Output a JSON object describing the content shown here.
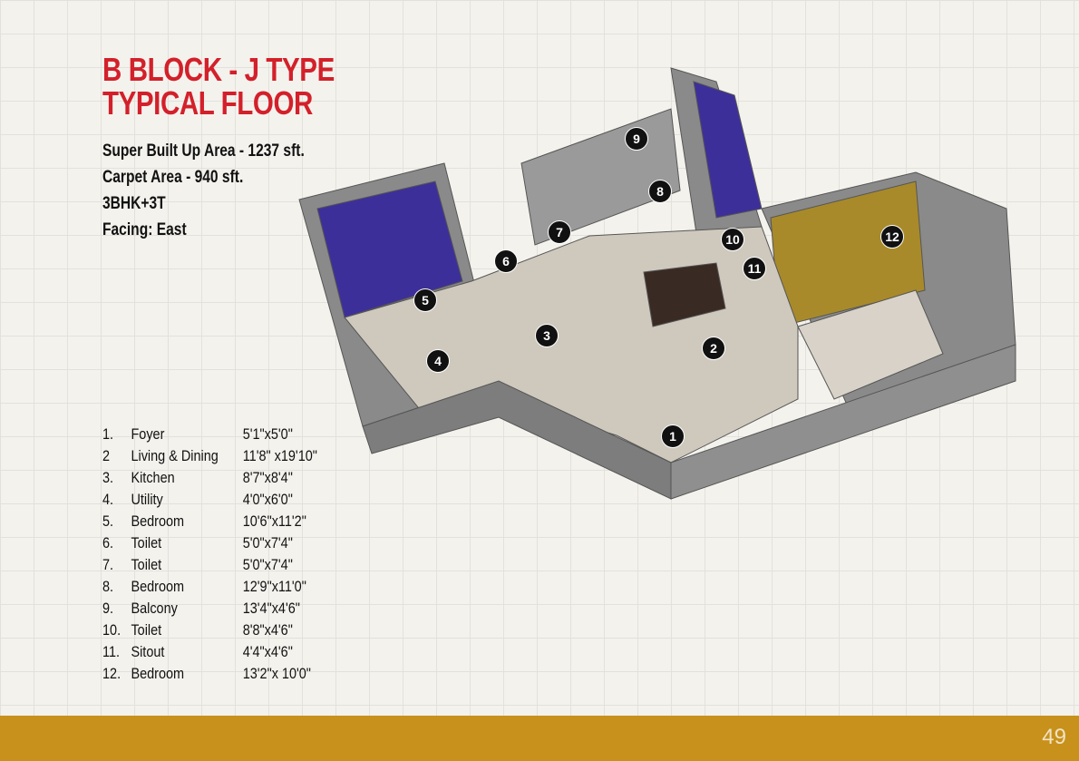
{
  "title": {
    "line1": "B BLOCK - J TYPE",
    "line2": "TYPICAL FLOOR"
  },
  "specs": [
    "Super Built Up Area - 1237 sft.",
    "Carpet Area - 940 sft.",
    "3BHK+3T",
    "Facing: East"
  ],
  "rooms": [
    {
      "num": "1.",
      "name": "Foyer",
      "size": "5'1\"x5'0\""
    },
    {
      "num": "2",
      "name": "Living & Dining",
      "size": "11'8\" x19'10\""
    },
    {
      "num": "3.",
      "name": "Kitchen",
      "size": "8'7\"x8'4\""
    },
    {
      "num": "4.",
      "name": "Utility",
      "size": "4'0\"x6'0\""
    },
    {
      "num": "5.",
      "name": "Bedroom",
      "size": "10'6\"x11'2\""
    },
    {
      "num": "6.",
      "name": "Toilet",
      "size": "5'0\"x7'4\""
    },
    {
      "num": "7.",
      "name": "Toilet",
      "size": "5'0\"x7'4\""
    },
    {
      "num": "8.",
      "name": "Bedroom",
      "size": "12'9\"x11'0\""
    },
    {
      "num": "9.",
      "name": "Balcony",
      "size": "13'4\"x4'6\""
    },
    {
      "num": "10.",
      "name": "Toilet",
      "size": "8'8\"x4'6\""
    },
    {
      "num": "11.",
      "name": "Sitout",
      "size": "4'4\"x4'6\""
    },
    {
      "num": "12.",
      "name": "Bedroom",
      "size": "13'2\"x 10'0\""
    }
  ],
  "markers": [
    "1",
    "2",
    "3",
    "4",
    "5",
    "6",
    "7",
    "8",
    "9",
    "10",
    "11",
    "12"
  ],
  "page_number": "49",
  "colors": {
    "title": "#d3202a",
    "footer": "#c8911b"
  }
}
